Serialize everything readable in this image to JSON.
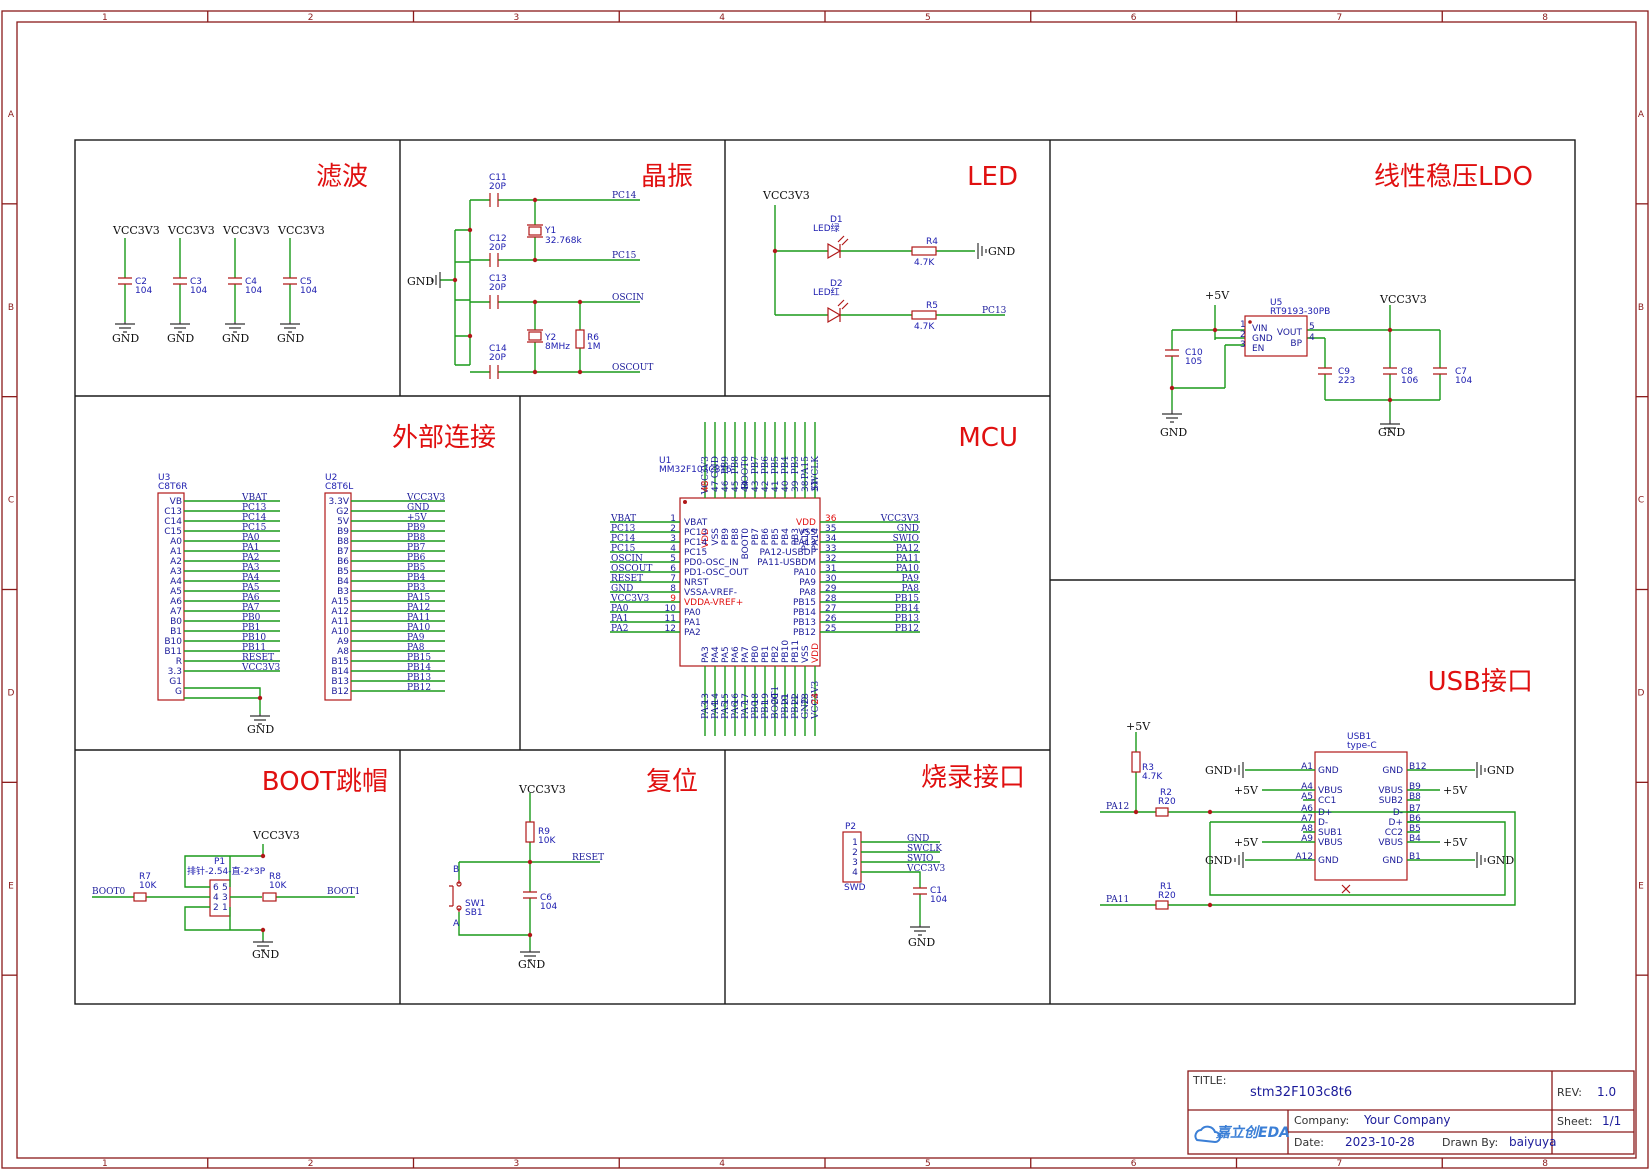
{
  "grid": {
    "cols": [
      "1",
      "2",
      "3",
      "4",
      "5",
      "6",
      "7",
      "8"
    ],
    "rows": [
      "A",
      "B",
      "C",
      "D",
      "E"
    ]
  },
  "sections": {
    "filter": "滤波",
    "crystal": "晶振",
    "led": "LED",
    "ldo": "线性稳压LDO",
    "external": "外部连接",
    "mcu": "MCU",
    "usb": "USB接口",
    "boot": "BOOT跳帽",
    "reset": "复位",
    "program": "烧录接口"
  },
  "power": {
    "vcc": "VCC3V3",
    "gnd": "GND",
    "p5v": "+5V"
  },
  "filter": {
    "caps": [
      {
        "ref": "C2",
        "val": "104"
      },
      {
        "ref": "C3",
        "val": "104"
      },
      {
        "ref": "C4",
        "val": "104"
      },
      {
        "ref": "C5",
        "val": "104"
      }
    ]
  },
  "crystal": {
    "c11": "C11",
    "c11v": "20P",
    "c12": "C12",
    "c12v": "20P",
    "c13": "C13",
    "c13v": "20P",
    "c14": "C14",
    "c14v": "20P",
    "y1": "Y1",
    "y1v": "32.768k",
    "y2": "Y2",
    "y2v": "8MHz",
    "r6": "R6",
    "r6v": "1M",
    "pc14": "PC14",
    "pc15": "PC15",
    "oscin": "OSCIN",
    "oscout": "OSCOUT"
  },
  "led": {
    "d1": "D1",
    "d1v": "LED绿",
    "d2": "D2",
    "d2v": "LED红",
    "r4": "R4",
    "r4v": "4.7K",
    "r5": "R5",
    "r5v": "4.7K",
    "pc13": "PC13"
  },
  "ldo": {
    "u5": "U5",
    "u5v": "RT9193-30PB",
    "pins_left": [
      "VIN",
      "GND",
      "EN"
    ],
    "pins_left_num": [
      "1",
      "2",
      "3"
    ],
    "pins_right": [
      "VOUT",
      "BP"
    ],
    "pins_right_num": [
      "5",
      "4"
    ],
    "c10": "C10",
    "c10v": "105",
    "c9": "C9",
    "c9v": "223",
    "c8": "C8",
    "c8v": "106",
    "c7": "C7",
    "c7v": "104"
  },
  "external": {
    "u3": "U3",
    "u3v": "C8T6R",
    "u3pins": [
      "VB",
      "C13",
      "C14",
      "C15",
      "A0",
      "A1",
      "A2",
      "A3",
      "A4",
      "A5",
      "A6",
      "A7",
      "B0",
      "B1",
      "B10",
      "B11",
      "R",
      "3.3",
      "G1",
      "G"
    ],
    "u3nets": [
      "VBAT",
      "PC13",
      "PC14",
      "PC15",
      "PA0",
      "PA1",
      "PA2",
      "PA3",
      "PA4",
      "PA5",
      "PA6",
      "PA7",
      "PB0",
      "PB1",
      "PB10",
      "PB11",
      "RESET",
      "VCC3V3",
      "",
      ""
    ],
    "u2": "U2",
    "u2v": "C8T6L",
    "u2pins": [
      "3.3V",
      "G2",
      "5V",
      "B9",
      "B8",
      "B7",
      "B6",
      "B5",
      "B4",
      "B3",
      "A15",
      "A12",
      "A11",
      "A10",
      "A9",
      "A8",
      "B15",
      "B14",
      "B13",
      "B12"
    ],
    "u2nets": [
      "VCC3V3",
      "GND",
      "+5V",
      "PB9",
      "PB8",
      "PB7",
      "PB6",
      "PB5",
      "PB4",
      "PB3",
      "PA15",
      "PA12",
      "PA11",
      "PA10",
      "PA9",
      "PA8",
      "PB15",
      "PB14",
      "PB13",
      "PB12"
    ]
  },
  "mcu": {
    "u1": "U1",
    "u1v": "MM32F103C8T6",
    "left_nets": [
      "VBAT",
      "PC13",
      "PC14",
      "PC15",
      "OSCIN",
      "OSCOUT",
      "RESET",
      "GND",
      "VCC3V3",
      "PA0",
      "PA1",
      "PA2"
    ],
    "left_nums": [
      "1",
      "2",
      "3",
      "4",
      "5",
      "6",
      "7",
      "8",
      "9",
      "10",
      "11",
      "12"
    ],
    "left_pins": [
      "VBAT",
      "PC13",
      "PC14",
      "PC15",
      "PD0-OSC_IN",
      "PD1-OSC_OUT",
      "NRST",
      "VSSA-VREF-",
      "VDDA-VREF+",
      "PA0",
      "PA1",
      "PA2"
    ],
    "right_nets": [
      "VCC3V3",
      "GND",
      "SWIO",
      "PA12",
      "PA11",
      "PA10",
      "PA9",
      "PA8",
      "PB15",
      "PB14",
      "PB13",
      "PB12"
    ],
    "right_nums": [
      "36",
      "35",
      "34",
      "33",
      "32",
      "31",
      "30",
      "29",
      "28",
      "27",
      "26",
      "25"
    ],
    "right_pins": [
      "VDD",
      "VSS",
      "PA13",
      "PA12-USBDP",
      "PA11-USBDM",
      "PA10",
      "PA9",
      "PA8",
      "PB15",
      "PB14",
      "PB13",
      "PB12"
    ],
    "top_nets": [
      "VCC3V3",
      "GND",
      "PB9",
      "PB8",
      "BOOT0",
      "PB7",
      "PB6",
      "PB5",
      "PB4",
      "PB3",
      "PA15",
      "SWCLK"
    ],
    "top_nums": [
      "48",
      "47",
      "46",
      "45",
      "44",
      "43",
      "42",
      "41",
      "40",
      "39",
      "38",
      "37"
    ],
    "top_pins": [
      "VDD",
      "VSS",
      "PB9",
      "PB8",
      "BOOT0",
      "PB7",
      "PB6",
      "PB5",
      "PB4",
      "PB3",
      "PA15",
      "PA14"
    ],
    "bottom_nets": [
      "PA3",
      "PA4",
      "PA5",
      "PA6",
      "PA7",
      "PB0",
      "PB1",
      "BOOT1",
      "PB10",
      "PB11",
      "GND",
      "VCC3V3"
    ],
    "bottom_nums": [
      "13",
      "14",
      "15",
      "16",
      "17",
      "18",
      "19",
      "20",
      "21",
      "22",
      "23",
      "24"
    ],
    "bottom_pins": [
      "PA3",
      "PA4",
      "PA5",
      "PA6",
      "PA7",
      "PB0",
      "PB1",
      "PB2",
      "PB10",
      "PB11",
      "VSS",
      "VDD"
    ]
  },
  "usb": {
    "usb1": "USB1",
    "usb1v": "type-C",
    "r3": "R3",
    "r3v": "4.7K",
    "r2": "R2",
    "r2v": "R20",
    "r1": "R1",
    "r1v": "R20",
    "pa12": "PA12",
    "pa11": "PA11",
    "left_nums": [
      "A1",
      "A4",
      "A5",
      "A6",
      "A7",
      "A8",
      "A9",
      "A12"
    ],
    "left_pins": [
      "GND",
      "VBUS",
      "CC1",
      "D+",
      "D-",
      "SUB1",
      "VBUS",
      "GND"
    ],
    "right_nums": [
      "B12",
      "B9",
      "B8",
      "B7",
      "B6",
      "B5",
      "B4",
      "B1"
    ],
    "right_pins": [
      "GND",
      "VBUS",
      "SUB2",
      "D-",
      "D+",
      "CC2",
      "VBUS",
      "GND"
    ]
  },
  "boot": {
    "p1": "P1",
    "p1v": "排针-2.54-直-2*3P",
    "r7": "R7",
    "r7v": "10K",
    "r8": "R8",
    "r8v": "10K",
    "boot0": "BOOT0",
    "boot1": "BOOT1",
    "pinsl": [
      "6",
      "4",
      "2"
    ],
    "pinsr": [
      "5",
      "3",
      "1"
    ]
  },
  "reset": {
    "r9": "R9",
    "r9v": "10K",
    "c6": "C6",
    "c6v": "104",
    "sw1": "SW1",
    "sw1v": "SB1",
    "reset": "RESET",
    "pa": "A",
    "pb": "B"
  },
  "program": {
    "p2": "P2",
    "p2v": "SWD",
    "nets": [
      "GND",
      "SWCLK",
      "SWIO",
      "VCC3V3"
    ],
    "nums": [
      "1",
      "2",
      "3",
      "4"
    ],
    "c1": "C1",
    "c1v": "104"
  },
  "titleblock": {
    "title_label": "TITLE:",
    "title": "stm32F103c8t6",
    "rev_label": "REV:",
    "rev": "1.0",
    "company_label": "Company:",
    "company": "Your Company",
    "sheet_label": "Sheet:",
    "sheet": "1/1",
    "date_label": "Date:",
    "date": "2023-10-28",
    "drawn_label": "Drawn By:",
    "drawn": "baiyuya",
    "logo": "嘉立创EDA"
  }
}
